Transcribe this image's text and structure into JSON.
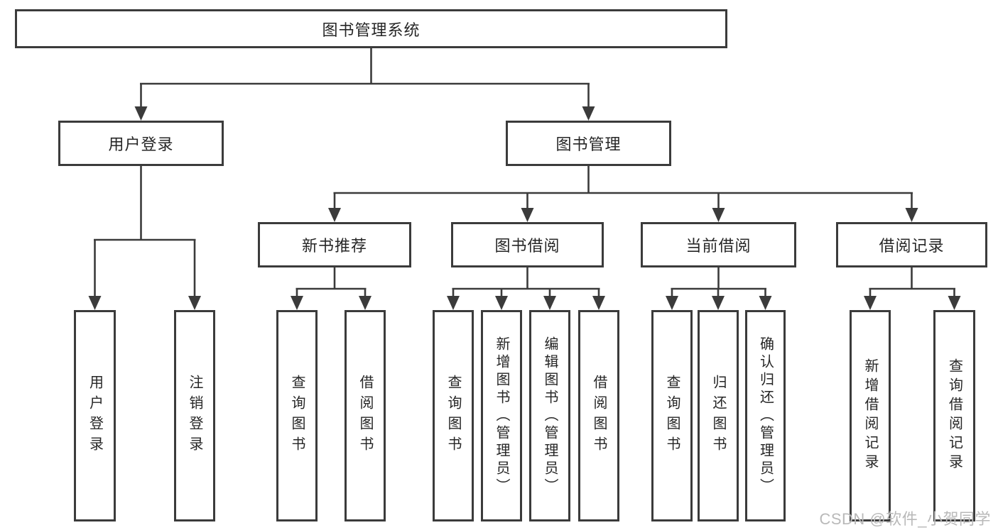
{
  "colors": {
    "background": "#ffffff",
    "line": "#3b3b3b",
    "box_border": "#3b3b3b",
    "text": "#262626",
    "watermark": "#b9b9b9"
  },
  "tree": {
    "label": "图书管理系统",
    "children": [
      {
        "label": "用户登录",
        "children": [
          {
            "label": "用户登录"
          },
          {
            "label": "注销登录"
          }
        ]
      },
      {
        "label": "图书管理",
        "children": [
          {
            "label": "新书推荐",
            "children": [
              {
                "label": "查询图书"
              },
              {
                "label": "借阅图书"
              }
            ]
          },
          {
            "label": "图书借阅",
            "children": [
              {
                "label": "查询图书"
              },
              {
                "label": "新增图书（管理员）"
              },
              {
                "label": "编辑图书（管理员）"
              },
              {
                "label": "借阅图书"
              }
            ]
          },
          {
            "label": "当前借阅",
            "children": [
              {
                "label": "查询图书"
              },
              {
                "label": "归还图书"
              },
              {
                "label": "确认归还（管理员）"
              }
            ]
          },
          {
            "label": "借阅记录",
            "children": [
              {
                "label": "新增借阅记录"
              },
              {
                "label": "查询借阅记录"
              }
            ]
          }
        ]
      }
    ]
  },
  "watermark": {
    "text": "CSDN @软件_小贺同学"
  }
}
